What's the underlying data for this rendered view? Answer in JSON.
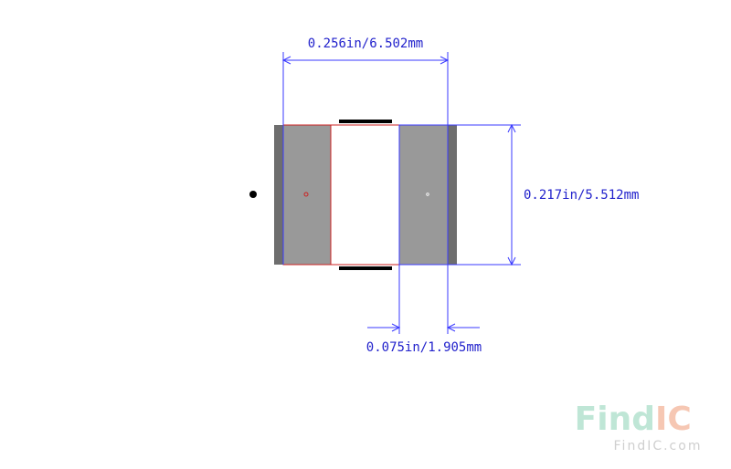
{
  "dimensions": {
    "width_label": "0.256in/6.502mm",
    "height_label": "0.217in/5.512mm",
    "pad_width_label": "0.075in/1.905mm"
  },
  "watermark": {
    "logo_left": "Find",
    "logo_right": "IC",
    "url": "FindIC.com"
  },
  "colors": {
    "dimension": "#3a3aff",
    "dimension_text": "#2222cc",
    "pad_fill": "#999999",
    "body_edge": "#6e6e6e",
    "outline": "#cc2222",
    "marking": "#000000",
    "logo_left": "#bfe6d6",
    "logo_right": "#f6c7b3"
  }
}
